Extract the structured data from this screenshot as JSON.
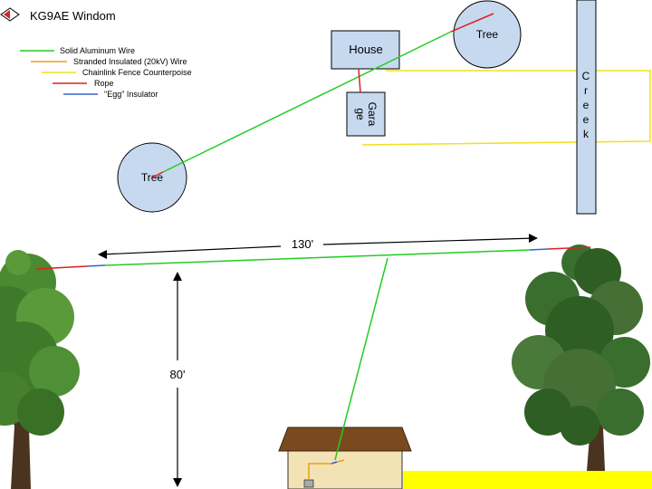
{
  "title": "KG9AE Windom",
  "legend": [
    {
      "label": "Solid Aluminum Wire",
      "color": "#22cc22"
    },
    {
      "label": "Stranded Insulated (20kV) Wire",
      "color": "#e8a020"
    },
    {
      "label": "Chainlink Fence Counterpoise",
      "color": "#f0e020"
    },
    {
      "label": "Rope",
      "color": "#dd2222"
    },
    {
      "label": "\"Egg\" Insulator",
      "color": "#3366cc"
    }
  ],
  "plan": {
    "house_label": "House",
    "garage_label": "Gara ge",
    "garage_line1": "Gara",
    "garage_line2": "ge",
    "tree_left_label": "Tree",
    "tree_right_label": "Tree",
    "creek_letters": [
      "C",
      "r",
      "e",
      "e",
      "k"
    ]
  },
  "elevation": {
    "span_label": "130'",
    "height_label": "80'"
  },
  "colors": {
    "plan_fill": "#c6d9ef",
    "roof": "#7a4a1e",
    "wall": "#f3e3b4",
    "yard": "#ffff00",
    "foliage": "#3f7a2a",
    "trunk": "#4a3420"
  }
}
